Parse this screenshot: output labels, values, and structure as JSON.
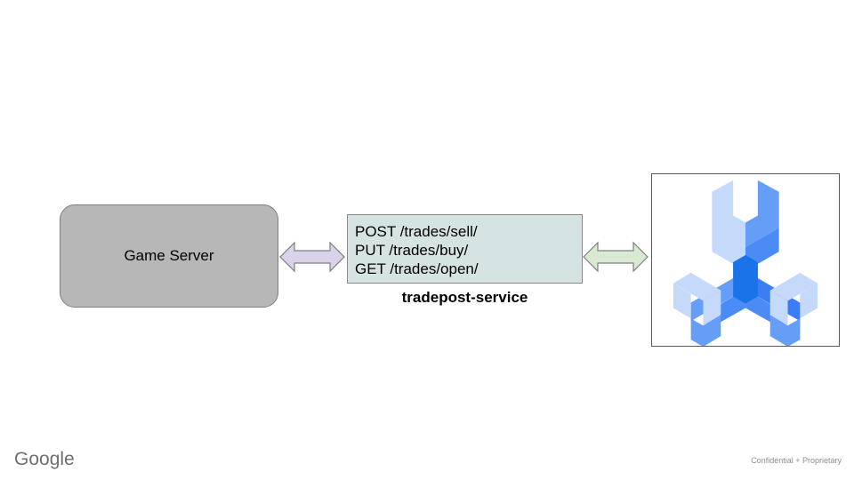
{
  "slide": {
    "background_color": "#ffffff"
  },
  "game_server": {
    "label": "Game Server",
    "fill_color": "#b7b7b7",
    "border_color": "#7f7f7f"
  },
  "left_arrow": {
    "name": "bidirectional-arrow",
    "fill_color": "#d9d2e9",
    "border_color": "#7f7f7f"
  },
  "service": {
    "endpoints": [
      "POST /trades/sell/",
      "PUT /trades/buy/",
      "GET /trades/open/"
    ],
    "caption": "tradepost-service",
    "fill_color": "#d6e3e3",
    "border_color": "#8a8a8a"
  },
  "right_arrow": {
    "name": "bidirectional-arrow",
    "fill_color": "#d9ead3",
    "border_color": "#7f7f7f"
  },
  "icon_panel": {
    "icon_name": "isometric-wrench-icon",
    "border_color": "#595959",
    "colors": {
      "light": "#c5d9fb",
      "medium": "#669df6",
      "dark": "#4285f4",
      "deep": "#1a73e8"
    }
  },
  "footer": {
    "brand": "Google",
    "confidential": "Confidential + Proprietary",
    "brand_color": "#6e6e6e",
    "note_color": "#8d8d8d"
  }
}
